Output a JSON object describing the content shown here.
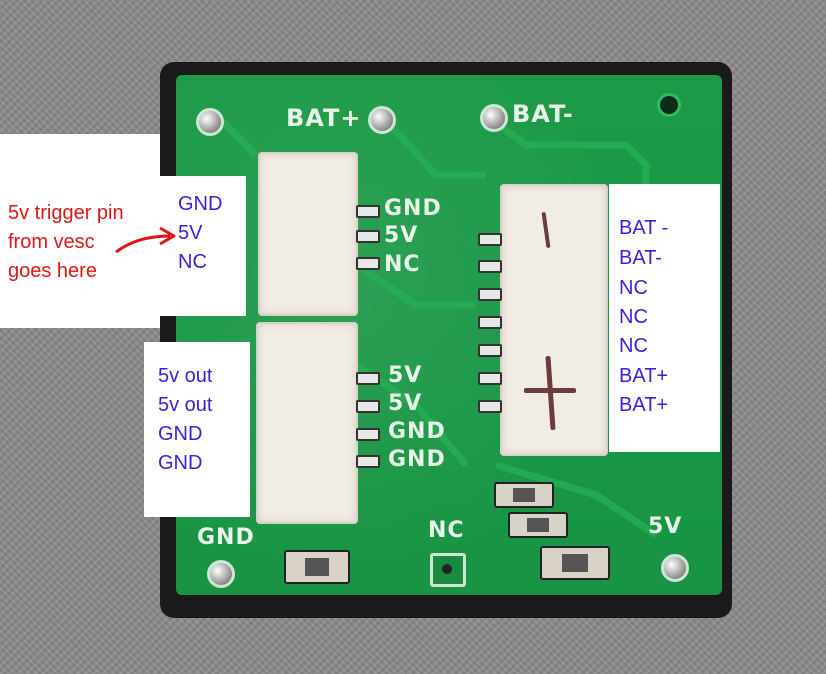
{
  "annotations": {
    "trigger_note": [
      "5v trigger pin",
      "from vesc",
      "goes here"
    ],
    "left_top": [
      "GND",
      "5V",
      "NC"
    ],
    "left_bottom": [
      "5v out",
      "5v out",
      "GND",
      "GND"
    ],
    "right": [
      "BAT -",
      "BAT-",
      "NC",
      "NC",
      "NC",
      "BAT+",
      "BAT+"
    ]
  },
  "silkscreen": {
    "bat_plus": "BAT+",
    "bat_minus": "BAT-",
    "conn1": [
      "GND",
      "5V",
      "NC"
    ],
    "conn2": [
      "5V",
      "5V",
      "GND",
      "GND"
    ],
    "gnd": "GND",
    "nc": "NC",
    "five_v": "5V"
  },
  "colors": {
    "pcb": "#1e9a4a",
    "annotation_text": "#3a1fd6",
    "note_text": "#e01515",
    "arrow": "#e01515"
  }
}
